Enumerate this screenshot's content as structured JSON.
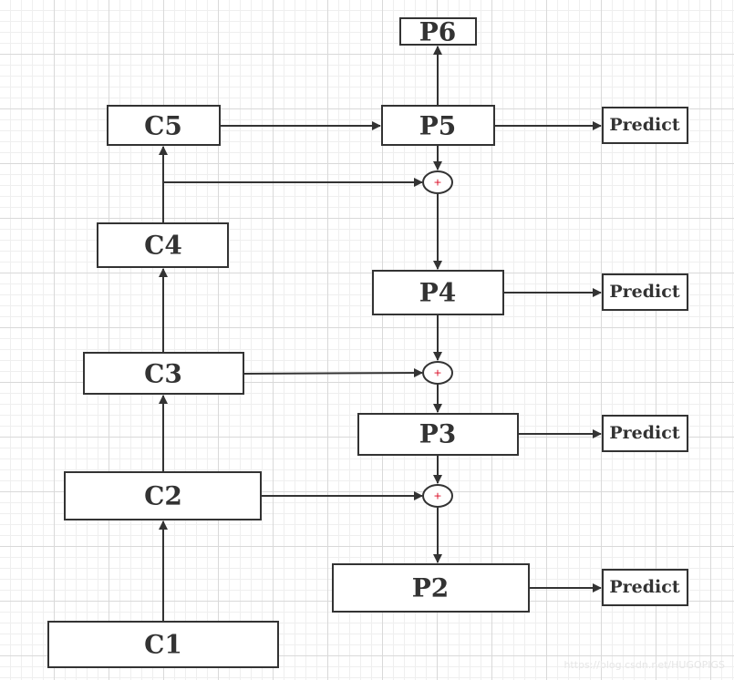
{
  "nodes": {
    "c1": "C1",
    "c2": "C2",
    "c3": "C3",
    "c4": "C4",
    "c5": "C5",
    "p2": "P2",
    "p3": "P3",
    "p4": "P4",
    "p5": "P5",
    "p6": "P6"
  },
  "predict_label": "Predict",
  "sum_symbol": "+",
  "watermark": "https://blog.csdn.net/HUGOPIGS",
  "colors": {
    "stroke": "#333333",
    "sum_symbol": "#d9001b",
    "grid_major": "#d9d9d9",
    "grid_minor": "#efefef"
  }
}
